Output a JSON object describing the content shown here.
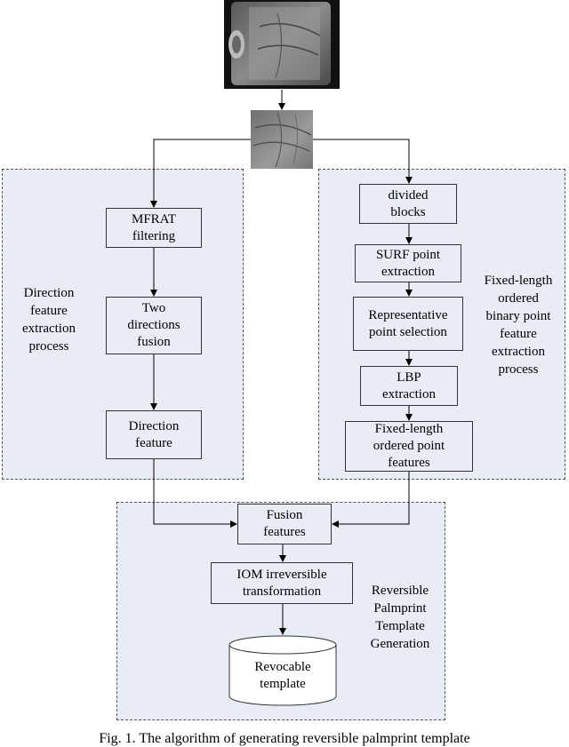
{
  "left_region": {
    "label": "Direction\nfeature\nextraction\nprocess"
  },
  "right_region": {
    "label": "Fixed-length\nordered\nbinary point\nfeature\nextraction\nprocess"
  },
  "bottom_region": {
    "label": "Reversible\nPalmprint\nTemplate\nGeneration"
  },
  "boxes": {
    "mfrat": "MFRAT\nfiltering",
    "two_directions": "Two\ndirections\nfusion",
    "direction_feature": "Direction\nfeature",
    "divided_blocks": "divided\nblocks",
    "surf": "SURF point\nextraction",
    "representative": "Representative\npoint selection",
    "lbp": "LBP\nextraction",
    "fixed_length": "Fixed-length\nordered point\nfeatures",
    "fusion": "Fusion\nfeatures",
    "iom": "IOM irreversible\ntransformation",
    "template": "Revocable\ntemplate"
  },
  "caption": "Fig. 1. The algorithm of generating reversible palmprint template"
}
